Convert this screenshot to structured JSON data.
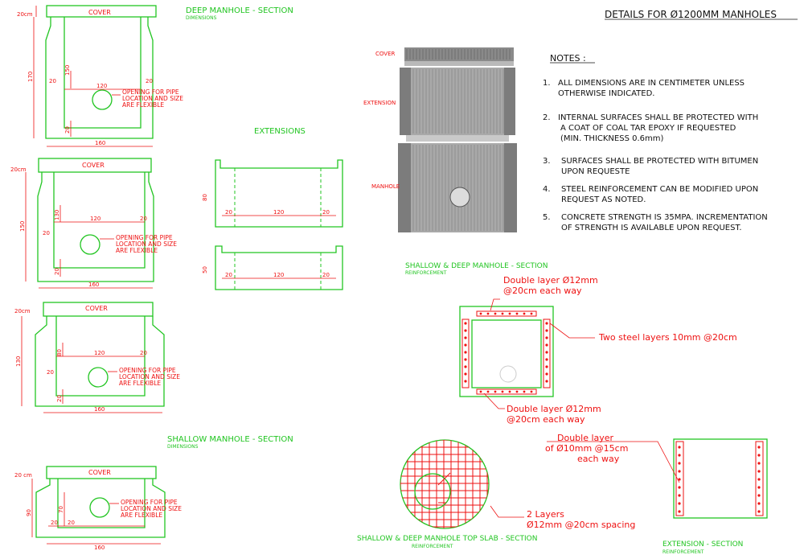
{
  "title": "DETAILS FOR Ø1200MM MANHOLES",
  "notes": {
    "heading": "NOTES :",
    "items": [
      {
        "num": "1.",
        "lines": [
          "ALL DIMENSIONS ARE IN CENTIMETER UNLESS",
          "OTHERWISE INDICATED."
        ]
      },
      {
        "num": "2.",
        "lines": [
          "INTERNAL SURFACES SHALL BE PROTECTED WITH",
          "A COAT OF COAL TAR EPOXY IF REQUESTED",
          "(MIN. THICKNESS 0.6mm)"
        ]
      },
      {
        "num": "3.",
        "lines": [
          "SURFACES SHALL BE PROTECTED WITH BITUMEN",
          "UPON REQUESTE"
        ]
      },
      {
        "num": "4.",
        "lines": [
          "STEEL REINFORCEMENT CAN BE MODIFIED UPON",
          "REQUEST AS NOTED."
        ]
      },
      {
        "num": "5.",
        "lines": [
          "CONCRETE STRENGTH IS 35MPA. INCREMENTATION",
          "OF STRENGTH IS AVAILABLE UPON REQUEST."
        ]
      }
    ]
  },
  "labels": {
    "deep_title": "DEEP MANHOLE - SECTION",
    "deep_sub": "DIMENSIONS",
    "extensions": "EXTENSIONS",
    "shallow_title": "SHALLOW MANHOLE - SECTION",
    "shallow_sub": "DIMENSIONS",
    "reinf_title": "SHALLOW & DEEP MANHOLE - SECTION",
    "reinf_sub": "REINFORCEMENT",
    "slab_title": "SHALLOW & DEEP MANHOLE TOP SLAB - SECTION",
    "slab_sub": "REINFORCEMENT",
    "ext_title": "EXTENSION - SECTION",
    "ext_sub": "REINFORCEMENT",
    "cover": "COVER",
    "extension": "EXTENSION",
    "manhole": "MANHOLE",
    "opening1": "OPENING FOR PIPE",
    "opening2": "LOCATION AND SIZE",
    "opening3": "ARE FLEXIBLE"
  },
  "annotations": {
    "double_layer_12": "Double layer Ø12mm",
    "each_way_20": "@20cm each way",
    "two_steel": "Two steel layers 10mm @20cm",
    "two_layers": "2 Layers",
    "spacing_12": "Ø12mm @20cm spacing",
    "double_layer": "Double layer",
    "of_10_15": "of Ø10mm @15cm",
    "each_way": "each way"
  },
  "dims": {
    "d20cm": "20cm",
    "d20_cm": "20 cm",
    "d170": "170",
    "d150": "150",
    "d130": "130",
    "d90": "90",
    "d120": "120",
    "d160": "160",
    "d20": "20",
    "d80": "80",
    "d50": "50",
    "d70": "70"
  },
  "colors": {
    "line": "#22c522",
    "dimension": "#ee1111",
    "text": "#111111"
  }
}
